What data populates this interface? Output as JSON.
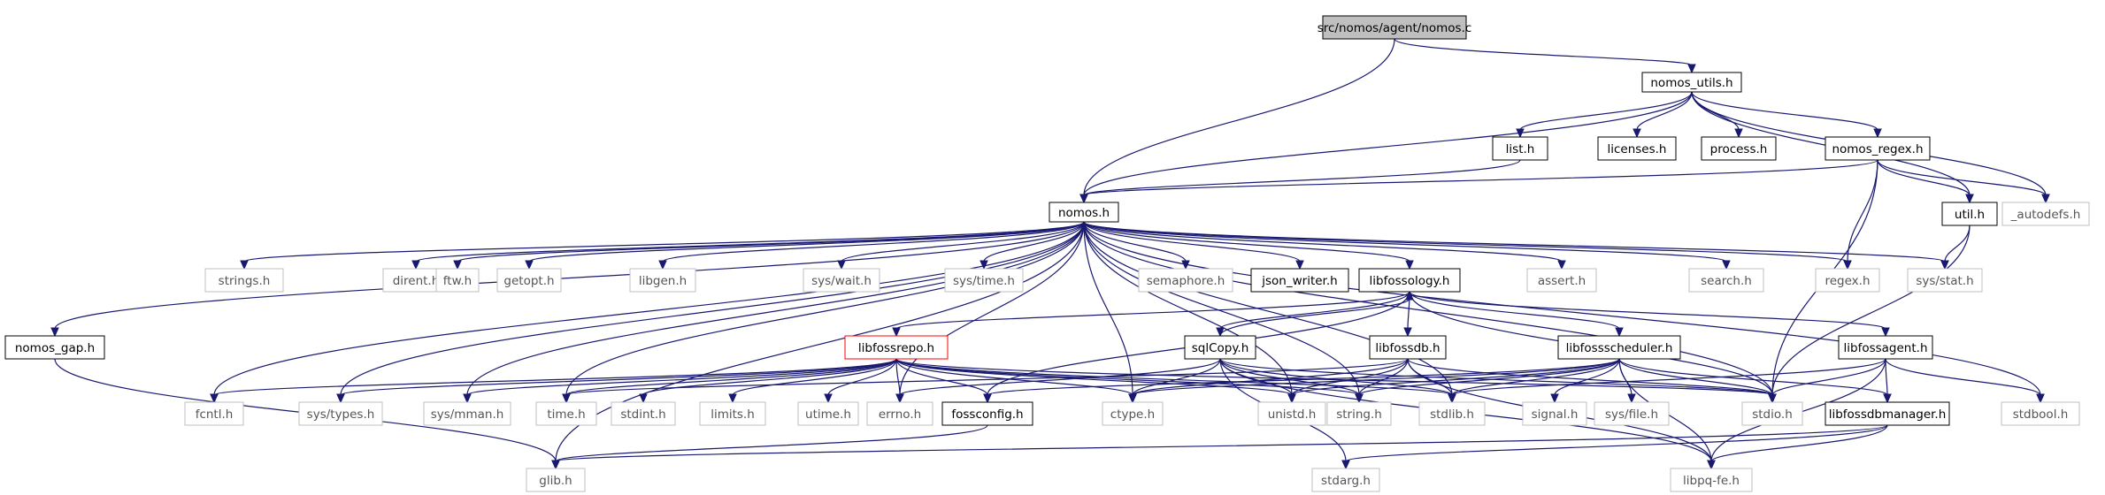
{
  "graph": {
    "nodes": [
      {
        "id": "nomos_c",
        "label": "src/nomos/agent/nomos.c",
        "kind": "focus"
      },
      {
        "id": "nomos_utils",
        "label": "nomos_utils.h",
        "kind": "internal"
      },
      {
        "id": "list_h",
        "label": "list.h",
        "kind": "internal"
      },
      {
        "id": "licenses_h",
        "label": "licenses.h",
        "kind": "internal"
      },
      {
        "id": "process_h",
        "label": "process.h",
        "kind": "internal"
      },
      {
        "id": "nomos_regex",
        "label": "nomos_regex.h",
        "kind": "internal"
      },
      {
        "id": "util_h",
        "label": "util.h",
        "kind": "internal"
      },
      {
        "id": "autodefs",
        "label": "_autodefs.h",
        "kind": "external"
      },
      {
        "id": "nomos_h",
        "label": "nomos.h",
        "kind": "internal"
      },
      {
        "id": "strings_h",
        "label": "strings.h",
        "kind": "external"
      },
      {
        "id": "dirent_h",
        "label": "dirent.h",
        "kind": "external"
      },
      {
        "id": "ftw_h",
        "label": "ftw.h",
        "kind": "external"
      },
      {
        "id": "getopt_h",
        "label": "getopt.h",
        "kind": "external"
      },
      {
        "id": "libgen_h",
        "label": "libgen.h",
        "kind": "external"
      },
      {
        "id": "syswait_h",
        "label": "sys/wait.h",
        "kind": "external"
      },
      {
        "id": "systime_h",
        "label": "sys/time.h",
        "kind": "external"
      },
      {
        "id": "semaphore_h",
        "label": "semaphore.h",
        "kind": "external"
      },
      {
        "id": "json_writer",
        "label": "json_writer.h",
        "kind": "internal"
      },
      {
        "id": "libfossology",
        "label": "libfossology.h",
        "kind": "internal"
      },
      {
        "id": "assert_h",
        "label": "assert.h",
        "kind": "external"
      },
      {
        "id": "search_h",
        "label": "search.h",
        "kind": "external"
      },
      {
        "id": "regex_h",
        "label": "regex.h",
        "kind": "external"
      },
      {
        "id": "sysstat_h",
        "label": "sys/stat.h",
        "kind": "external"
      },
      {
        "id": "nomos_gap",
        "label": "nomos_gap.h",
        "kind": "internal"
      },
      {
        "id": "libfossrepo",
        "label": "libfossrepo.h",
        "kind": "redbox"
      },
      {
        "id": "sqlcopy",
        "label": "sqlCopy.h",
        "kind": "internal"
      },
      {
        "id": "libfossdb",
        "label": "libfossdb.h",
        "kind": "internal"
      },
      {
        "id": "libfossscheduler",
        "label": "libfossscheduler.h",
        "kind": "internal"
      },
      {
        "id": "libfossagent",
        "label": "libfossagent.h",
        "kind": "internal"
      },
      {
        "id": "fcntl_h",
        "label": "fcntl.h",
        "kind": "external"
      },
      {
        "id": "systypes_h",
        "label": "sys/types.h",
        "kind": "external"
      },
      {
        "id": "sysmman_h",
        "label": "sys/mman.h",
        "kind": "external"
      },
      {
        "id": "time_h",
        "label": "time.h",
        "kind": "external"
      },
      {
        "id": "stdint_h",
        "label": "stdint.h",
        "kind": "external"
      },
      {
        "id": "limits_h",
        "label": "limits.h",
        "kind": "external"
      },
      {
        "id": "utime_h",
        "label": "utime.h",
        "kind": "external"
      },
      {
        "id": "errno_h",
        "label": "errno.h",
        "kind": "external"
      },
      {
        "id": "fossconfig",
        "label": "fossconfig.h",
        "kind": "internal"
      },
      {
        "id": "ctype_h",
        "label": "ctype.h",
        "kind": "external"
      },
      {
        "id": "unistd_h",
        "label": "unistd.h",
        "kind": "external"
      },
      {
        "id": "string_h",
        "label": "string.h",
        "kind": "external"
      },
      {
        "id": "stdlib_h",
        "label": "stdlib.h",
        "kind": "external"
      },
      {
        "id": "signal_h",
        "label": "signal.h",
        "kind": "external"
      },
      {
        "id": "sysfile_h",
        "label": "sys/file.h",
        "kind": "external"
      },
      {
        "id": "stdio_h",
        "label": "stdio.h",
        "kind": "external"
      },
      {
        "id": "libfossdbmanager",
        "label": "libfossdbmanager.h",
        "kind": "internal"
      },
      {
        "id": "stdbool_h",
        "label": "stdbool.h",
        "kind": "external"
      },
      {
        "id": "glib_h",
        "label": "glib.h",
        "kind": "external"
      },
      {
        "id": "stdarg_h",
        "label": "stdarg.h",
        "kind": "external"
      },
      {
        "id": "libpqfe_h",
        "label": "libpq-fe.h",
        "kind": "external"
      }
    ],
    "edges": [
      [
        "nomos_c",
        "nomos_utils"
      ],
      [
        "nomos_c",
        "nomos_h"
      ],
      [
        "nomos_utils",
        "nomos_h"
      ],
      [
        "nomos_utils",
        "list_h"
      ],
      [
        "nomos_utils",
        "licenses_h"
      ],
      [
        "nomos_utils",
        "process_h"
      ],
      [
        "nomos_utils",
        "nomos_regex"
      ],
      [
        "nomos_utils",
        "util_h"
      ],
      [
        "nomos_utils",
        "autodefs"
      ],
      [
        "list_h",
        "nomos_h"
      ],
      [
        "nomos_regex",
        "nomos_h"
      ],
      [
        "nomos_regex",
        "util_h"
      ],
      [
        "nomos_regex",
        "autodefs"
      ],
      [
        "nomos_regex",
        "regex_h"
      ],
      [
        "nomos_regex",
        "stdio_h"
      ],
      [
        "util_h",
        "sysstat_h"
      ],
      [
        "util_h",
        "stdio_h"
      ],
      [
        "nomos_h",
        "nomos_gap"
      ],
      [
        "nomos_h",
        "glib_h"
      ],
      [
        "nomos_h",
        "fcntl_h"
      ],
      [
        "nomos_h",
        "systypes_h"
      ],
      [
        "nomos_h",
        "strings_h"
      ],
      [
        "nomos_h",
        "dirent_h"
      ],
      [
        "nomos_h",
        "ftw_h"
      ],
      [
        "nomos_h",
        "getopt_h"
      ],
      [
        "nomos_h",
        "libgen_h"
      ],
      [
        "nomos_h",
        "syswait_h"
      ],
      [
        "nomos_h",
        "systime_h"
      ],
      [
        "nomos_h",
        "semaphore_h"
      ],
      [
        "nomos_h",
        "json_writer"
      ],
      [
        "nomos_h",
        "libfossology"
      ],
      [
        "nomos_h",
        "assert_h"
      ],
      [
        "nomos_h",
        "search_h"
      ],
      [
        "nomos_h",
        "regex_h"
      ],
      [
        "nomos_h",
        "sysstat_h"
      ],
      [
        "nomos_h",
        "sysmman_h"
      ],
      [
        "nomos_h",
        "time_h"
      ],
      [
        "nomos_h",
        "errno_h"
      ],
      [
        "nomos_h",
        "ctype_h"
      ],
      [
        "nomos_h",
        "unistd_h"
      ],
      [
        "nomos_h",
        "string_h"
      ],
      [
        "nomos_h",
        "stdlib_h"
      ],
      [
        "nomos_h",
        "stdio_h"
      ],
      [
        "nomos_h",
        "stdbool_h"
      ],
      [
        "nomos_gap",
        "glib_h"
      ],
      [
        "libfossology",
        "libfossrepo"
      ],
      [
        "libfossology",
        "sqlcopy"
      ],
      [
        "libfossology",
        "libfossdb"
      ],
      [
        "libfossology",
        "libfossscheduler"
      ],
      [
        "libfossology",
        "libfossagent"
      ],
      [
        "libfossology",
        "fossconfig"
      ],
      [
        "libfossology",
        "stdio_h"
      ],
      [
        "libfossrepo",
        "fcntl_h"
      ],
      [
        "libfossrepo",
        "systypes_h"
      ],
      [
        "libfossrepo",
        "sysmman_h"
      ],
      [
        "libfossrepo",
        "time_h"
      ],
      [
        "libfossrepo",
        "stdint_h"
      ],
      [
        "libfossrepo",
        "limits_h"
      ],
      [
        "libfossrepo",
        "utime_h"
      ],
      [
        "libfossrepo",
        "errno_h"
      ],
      [
        "libfossrepo",
        "fossconfig"
      ],
      [
        "libfossrepo",
        "ctype_h"
      ],
      [
        "libfossrepo",
        "unistd_h"
      ],
      [
        "libfossrepo",
        "string_h"
      ],
      [
        "libfossrepo",
        "stdlib_h"
      ],
      [
        "libfossrepo",
        "stdio_h"
      ],
      [
        "sqlcopy",
        "libfossology"
      ],
      [
        "sqlcopy",
        "errno_h"
      ],
      [
        "sqlcopy",
        "ctype_h"
      ],
      [
        "sqlcopy",
        "unistd_h"
      ],
      [
        "sqlcopy",
        "string_h"
      ],
      [
        "sqlcopy",
        "stdlib_h"
      ],
      [
        "sqlcopy",
        "stdio_h"
      ],
      [
        "sqlcopy",
        "stdarg_h"
      ],
      [
        "sqlcopy",
        "libpqfe_h"
      ],
      [
        "libfossdb",
        "time_h"
      ],
      [
        "libfossdb",
        "ctype_h"
      ],
      [
        "libfossdb",
        "unistd_h"
      ],
      [
        "libfossdb",
        "string_h"
      ],
      [
        "libfossdb",
        "stdlib_h"
      ],
      [
        "libfossdb",
        "stdio_h"
      ],
      [
        "libfossdb",
        "libpqfe_h"
      ],
      [
        "libfossscheduler",
        "fossconfig"
      ],
      [
        "libfossscheduler",
        "ctype_h"
      ],
      [
        "libfossscheduler",
        "unistd_h"
      ],
      [
        "libfossscheduler",
        "string_h"
      ],
      [
        "libfossscheduler",
        "stdlib_h"
      ],
      [
        "libfossscheduler",
        "signal_h"
      ],
      [
        "libfossscheduler",
        "sysfile_h"
      ],
      [
        "libfossscheduler",
        "stdio_h"
      ],
      [
        "libfossscheduler",
        "libfossdbmanager"
      ],
      [
        "libfossscheduler",
        "libpqfe_h"
      ],
      [
        "libfossagent",
        "stdlib_h"
      ],
      [
        "libfossagent",
        "stdio_h"
      ],
      [
        "libfossagent",
        "libfossdbmanager"
      ],
      [
        "libfossagent",
        "stdbool_h"
      ],
      [
        "libfossagent",
        "libpqfe_h"
      ],
      [
        "libfossdbmanager",
        "glib_h"
      ],
      [
        "libfossdbmanager",
        "stdarg_h"
      ],
      [
        "libfossdbmanager",
        "libpqfe_h"
      ],
      [
        "fossconfig",
        "glib_h"
      ]
    ]
  }
}
